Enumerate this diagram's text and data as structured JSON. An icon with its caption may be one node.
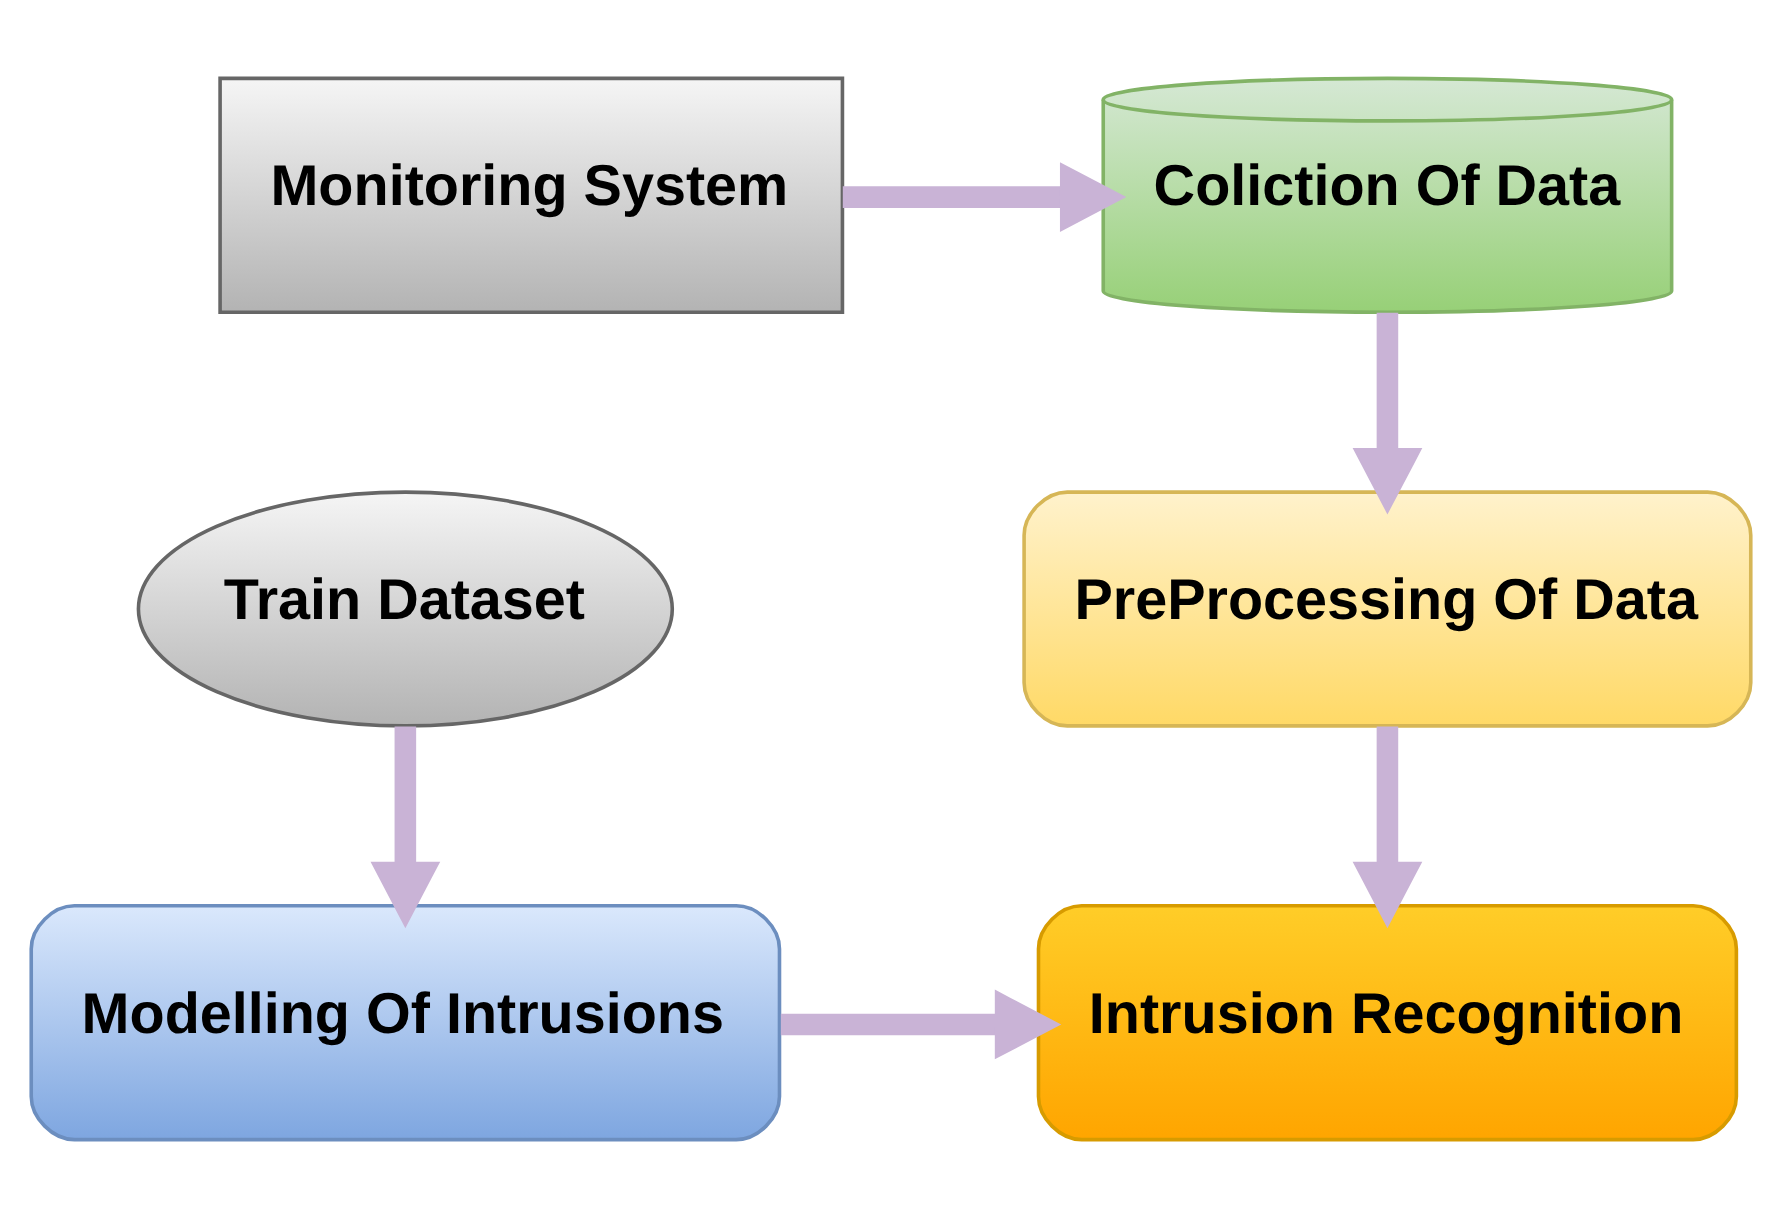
{
  "diagram": {
    "nodes": [
      {
        "text": [
          "Monitoring System"
        ]
      },
      {
        "text": [
          "Coliction Of Data"
        ]
      },
      {
        "text": [
          "PreProcessing Of Data"
        ]
      },
      {
        "text": [
          "Train Dataset"
        ]
      },
      {
        "text": [
          "Intrusion Recognition"
        ]
      },
      {
        "text": [
          "Modelling Of Intrusions"
        ]
      }
    ],
    "edges": [
      {
        "from": 0,
        "to": 1,
        "arrow": "to"
      },
      {
        "from": 1,
        "to": 2,
        "arrow": "to"
      },
      {
        "from": 2,
        "to": 4,
        "arrow": "to"
      },
      {
        "from": 3,
        "to": 5,
        "arrow": "to"
      },
      {
        "from": 5,
        "to": 4,
        "arrow": "to"
      }
    ]
  }
}
